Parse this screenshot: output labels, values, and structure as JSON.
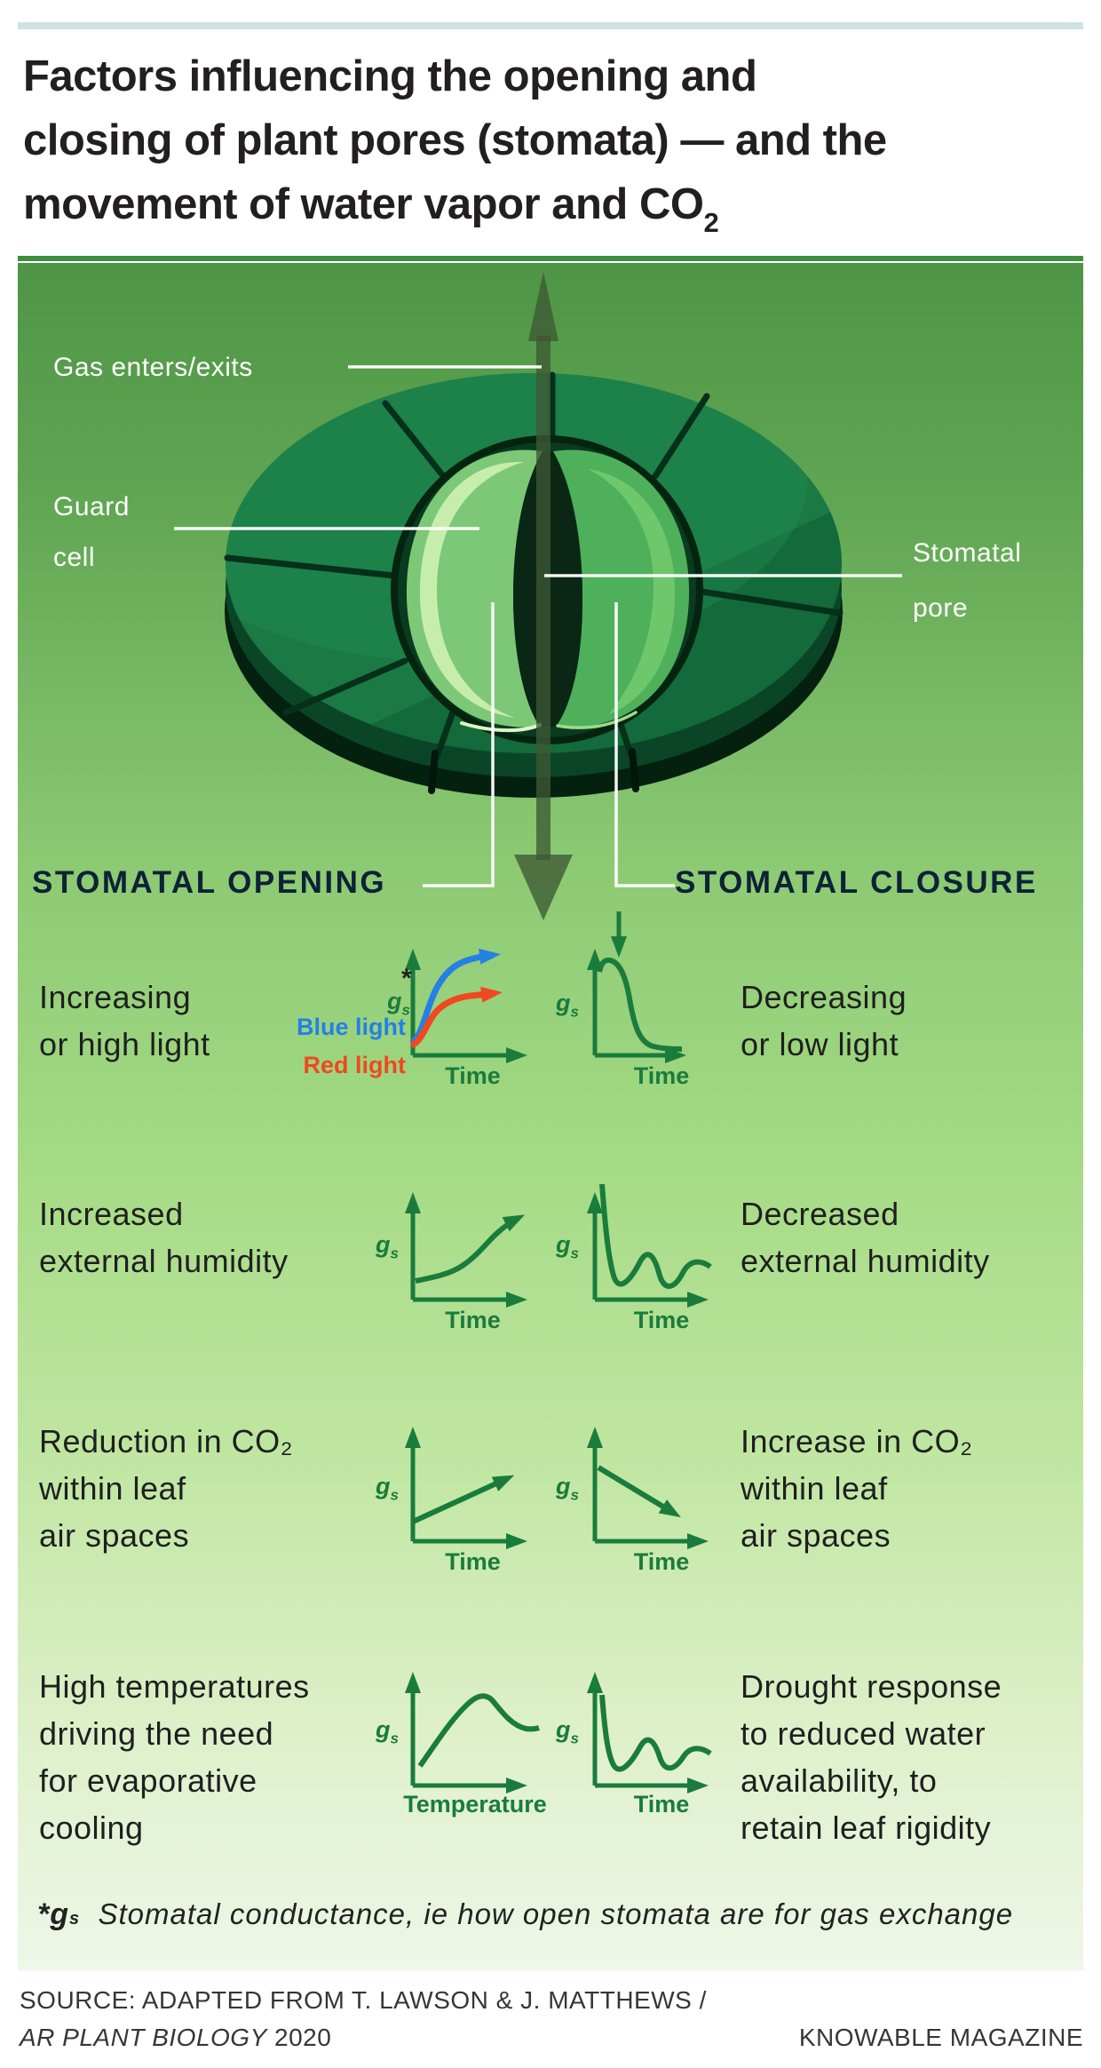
{
  "title": {
    "line1": "Factors influencing the opening and",
    "line2": "closing of plant pores (stomata) — and the",
    "line3": "movement of water vapor and CO",
    "line3_sub": "2"
  },
  "diagram": {
    "label_gas": "Gas enters/exits",
    "label_guard_1": "Guard",
    "label_guard_2": "cell",
    "label_pore_1": "Stomatal",
    "label_pore_2": "pore"
  },
  "columns": {
    "opening": "STOMATAL OPENING",
    "closure": "STOMATAL CLOSURE"
  },
  "graph_labels": {
    "g": "g",
    "s": "s",
    "star": "*"
  },
  "rows": [
    {
      "left_lines": [
        "Increasing",
        "or high light"
      ],
      "right_lines": [
        "Decreasing",
        "or low light"
      ],
      "left_graph": {
        "ylabel": "gs",
        "has_star": true,
        "xlabel": "Time",
        "series": [
          {
            "label": "Blue light",
            "color": "#2580e4",
            "trend": "sigmoidal rise, faster and higher, arrow up-right"
          },
          {
            "label": "Red light",
            "color": "#f0481f",
            "trend": "sigmoidal rise, slower and lower, arrow up-right"
          }
        ]
      },
      "right_graph": {
        "ylabel": "gs",
        "xlabel": "Time",
        "annotation": "small down arrow above curve start",
        "series": [
          {
            "color": "#1a7c3c",
            "trend": "high start then sigmoidal decline to low plateau"
          }
        ]
      }
    },
    {
      "left_lines": [
        "Increased",
        "external humidity"
      ],
      "right_lines": [
        "Decreased",
        "external humidity"
      ],
      "left_graph": {
        "ylabel": "gs",
        "xlabel": "Time",
        "series": [
          {
            "color": "#1a7c3c",
            "trend": "flat start accelerating rise, arrow up-right"
          }
        ]
      },
      "right_graph": {
        "ylabel": "gs",
        "xlabel": "Time",
        "series": [
          {
            "color": "#1a7c3c",
            "trend": "sharp drop then damped oscillation"
          }
        ]
      }
    },
    {
      "left_lines": [
        "Reduction in CO₂",
        "within leaf",
        "air spaces"
      ],
      "right_lines": [
        "Increase in CO₂",
        "within leaf",
        "air spaces"
      ],
      "left_graph": {
        "ylabel": "gs",
        "xlabel": "Time",
        "series": [
          {
            "color": "#1a7c3c",
            "trend": "straight rising line, arrow up-right"
          }
        ]
      },
      "right_graph": {
        "ylabel": "gs",
        "xlabel": "Time",
        "series": [
          {
            "color": "#1a7c3c",
            "trend": "straight falling line, arrow down-right"
          }
        ]
      }
    },
    {
      "left_lines": [
        "High temperatures",
        "driving the need",
        "for evaporative",
        "cooling"
      ],
      "right_lines": [
        "Drought response",
        "to reduced water",
        "availability, to",
        "retain leaf rigidity"
      ],
      "left_graph": {
        "ylabel": "gs",
        "xlabel": "Temperature",
        "series": [
          {
            "color": "#1a7c3c",
            "trend": "rise to peak then decline"
          }
        ]
      },
      "right_graph": {
        "ylabel": "gs",
        "xlabel": "Time",
        "series": [
          {
            "color": "#1a7c3c",
            "trend": "sharp drop then damped oscillation"
          }
        ]
      }
    }
  ],
  "footnote": {
    "star": "*",
    "g": "g",
    "s": "s",
    "text": "Stomatal conductance, ie how open stomata are for gas exchange"
  },
  "source": {
    "line1": "SOURCE: ADAPTED FROM T. LAWSON & J. MATTHEWS /",
    "line2_italic": "AR PLANT BIOLOGY",
    "line2_rest": " 2020",
    "credit": "KNOWABLE MAGAZINE"
  },
  "colors": {
    "accent_bar": "#cfe1e3",
    "title_text": "#231f20",
    "divider_green": "#3e8e41",
    "panel_top": "#4e9546",
    "panel_bottom": "#eef7e8",
    "graph_green": "#1a7c3c",
    "blue_light": "#2580e4",
    "red_light": "#f0481f",
    "heading_navy": "#0d2236",
    "arrow_olive": "#3e5834",
    "stoma_dark_cell": "#1b7a44",
    "stoma_guard_left": "#7cc877",
    "stoma_guard_right": "#4fb05c",
    "stoma_pore": "#0a2614"
  }
}
